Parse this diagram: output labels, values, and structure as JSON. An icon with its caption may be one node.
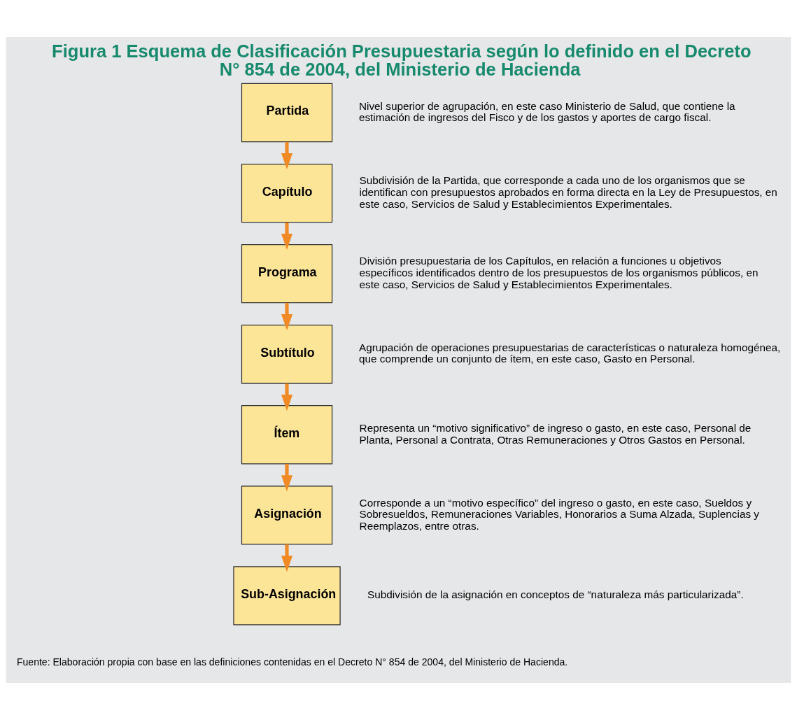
{
  "diagram": {
    "title": "Figura 1 Esquema de Clasificación Presupuestaria según lo definido en el Decreto N° 854 de 2004, del Ministerio de Hacienda",
    "caption": "Fuente: Elaboración propia con base en las definiciones contenidas en el Decreto N° 854 de 2004, del Ministerio de Hacienda.",
    "nodes": [
      {
        "text": [
          "Partida"
        ],
        "beside": [
          "Nivel superior de agrupación, en este caso Ministerio de Salud, que contiene la estimación de ingresos del Fisco y de los gastos y aportes de cargo fiscal."
        ]
      },
      {
        "text": [
          "Capítulo"
        ],
        "beside": [
          "Subdivisión de la Partida, que corresponde a cada uno de los organismos que se identifican con presupuestos aprobados en forma directa en la Ley de Presupuestos, en este caso, Servicios de Salud y Establecimientos Experimentales."
        ]
      },
      {
        "text": [
          "Programa"
        ],
        "beside": [
          "División presupuestaria de los Capítulos, en relación a funciones u objetivos específicos identificados dentro de los presupuestos de los organismos públicos, en este caso, Servicios de Salud y Establecimientos Experimentales."
        ]
      },
      {
        "text": [
          "Subtítulo"
        ],
        "beside": [
          "Agrupación de operaciones presupuestarias de características o naturaleza homogénea, que comprende un conjunto de ítem, en este caso, Gasto en Personal."
        ]
      },
      {
        "text": [
          "Ítem"
        ],
        "beside": [
          "Representa un “motivo significativo” de ingreso o gasto, en este caso, Personal de Planta, Personal a Contrata, Otras Remuneraciones y Otros Gastos en Personal."
        ]
      },
      {
        "text": [
          "Asignación"
        ],
        "beside": [
          "Corresponde a un “motivo específico” del ingreso o gasto, en este caso, Sueldos y Sobresueldos, Remuneraciones Variables, Honorarios a Suma Alzada, Suplencias y Reemplazos, entre otras."
        ]
      },
      {
        "text": [
          "Sub-Asignación"
        ],
        "beside": [
          "Subdivisión de la asignación en conceptos de “naturaleza más particularizada”."
        ]
      }
    ],
    "edges": [
      {
        "from": 0,
        "to": 1,
        "arrow": "to"
      },
      {
        "from": 1,
        "to": 2,
        "arrow": "to"
      },
      {
        "from": 2,
        "to": 3,
        "arrow": "to"
      },
      {
        "from": 3,
        "to": 4,
        "arrow": "to"
      },
      {
        "from": 4,
        "to": 5,
        "arrow": "to"
      },
      {
        "from": 5,
        "to": 6,
        "arrow": "to"
      }
    ]
  }
}
